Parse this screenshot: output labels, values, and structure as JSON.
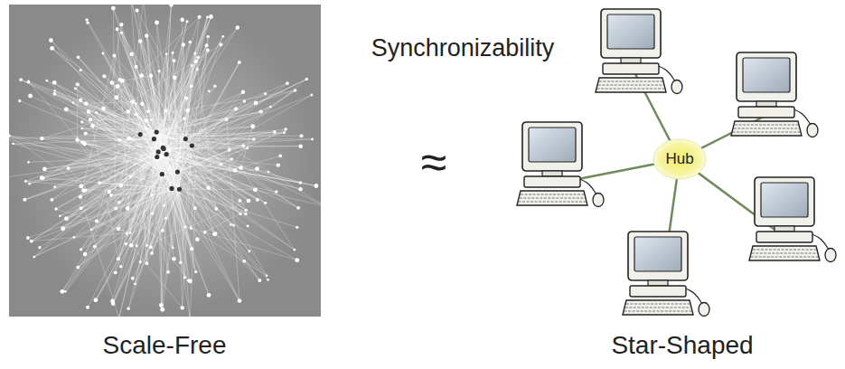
{
  "diagram": {
    "nodes": [
      {
        "text": [
          "Hub"
        ]
      }
    ],
    "labels": [
      "Synchronizability",
      "≈",
      "Scale-Free",
      "Star-Shaped"
    ]
  }
}
